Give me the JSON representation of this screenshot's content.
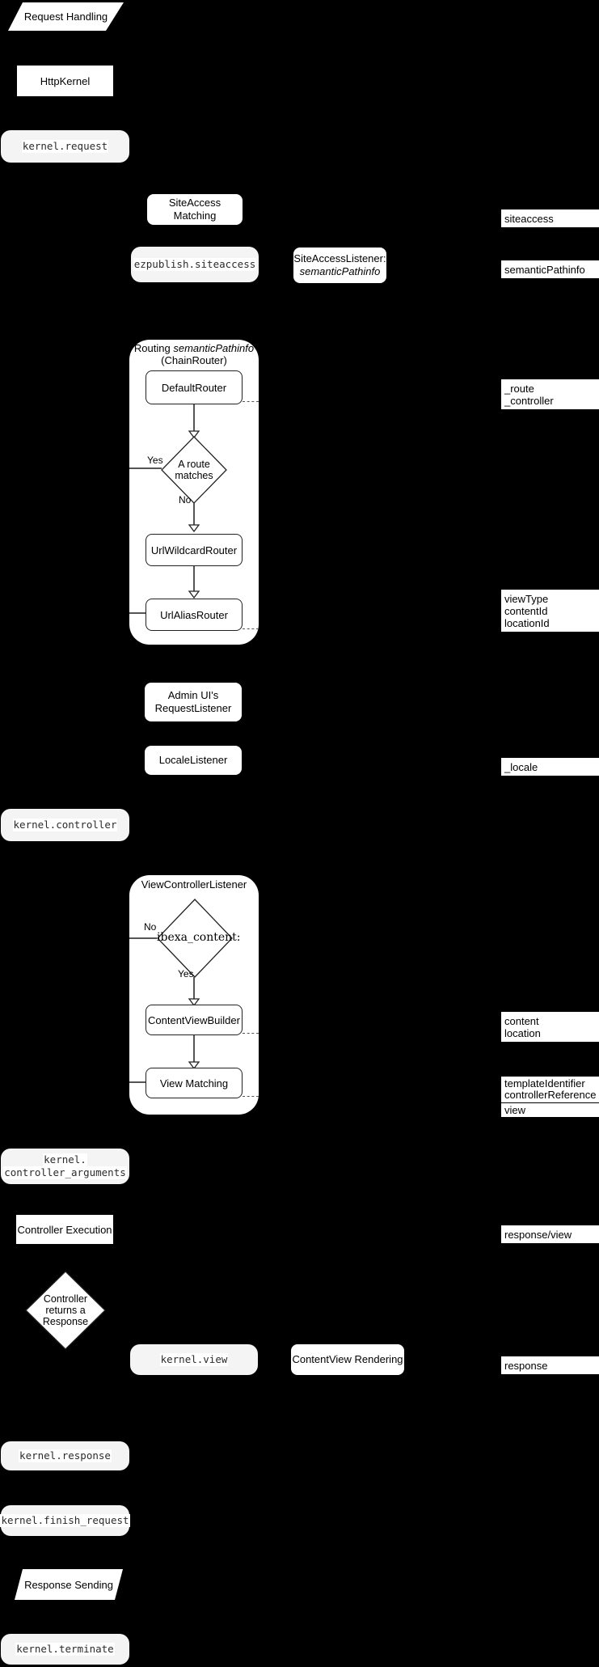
{
  "nodes": {
    "request_handling": "Request Handling",
    "http_kernel": "HttpKernel",
    "kernel_request": "kernel.request",
    "siteaccess_matching": "SiteAccess Matching",
    "ezpublish_siteaccess": "ezpublish.siteaccess",
    "siteaccess_listener": {
      "line1": "SiteAccessListener:",
      "line2": "semanticPathinfo"
    },
    "admin_request_listener": {
      "line1": "Admin UI's",
      "line2": "RequestListener"
    },
    "locale_listener": "LocaleListener",
    "kernel_controller": "kernel.controller",
    "kernel_controller_arguments": {
      "line1": "kernel.",
      "line2": "controller_arguments"
    },
    "controller_execution": "Controller Execution",
    "controller_returns": {
      "line1": "Controller",
      "line2": "returns a",
      "line3": "Response"
    },
    "kernel_view": "kernel.view",
    "contentview_rendering": "ContentView Rendering",
    "kernel_response": "kernel.response",
    "kernel_finish_request": "kernel.finish_request",
    "response_sending": "Response Sending",
    "kernel_terminate": "kernel.terminate"
  },
  "routing": {
    "title_prefix": "Routing ",
    "title_italic": "semanticPathinfo",
    "title_line2": "(ChainRouter)",
    "default_router": "DefaultRouter",
    "decision": {
      "line1": "A route",
      "line2": "matches"
    },
    "yes": "Yes",
    "no": "No",
    "urlwildcard_router": "UrlWildcardRouter",
    "urlalias_router": "UrlAliasRouter"
  },
  "view_listener": {
    "title": "ViewControllerListener",
    "decision": "ibexa_content:",
    "yes": "Yes",
    "no": "No",
    "content_view_builder": "ContentViewBuilder",
    "view_matching": "View Matching"
  },
  "labels": {
    "siteaccess": "siteaccess",
    "semantic_pathinfo": "semanticPathinfo",
    "route": {
      "line1": "_route",
      "line2": "_controller"
    },
    "view_params": {
      "line1": "viewType",
      "line2": "contentId",
      "line3": "locationId"
    },
    "locale": "_locale",
    "content_location": {
      "line1": "content",
      "line2": "location"
    },
    "template": {
      "line1": "templateIdentifier",
      "line2": "controllerReference"
    },
    "view": "view",
    "response_view": "response/view",
    "response": "response"
  },
  "colors": {
    "background": "#000000",
    "node_fill": "#ffffff",
    "event_fill": "#f4f4f4",
    "line": "#555555"
  }
}
